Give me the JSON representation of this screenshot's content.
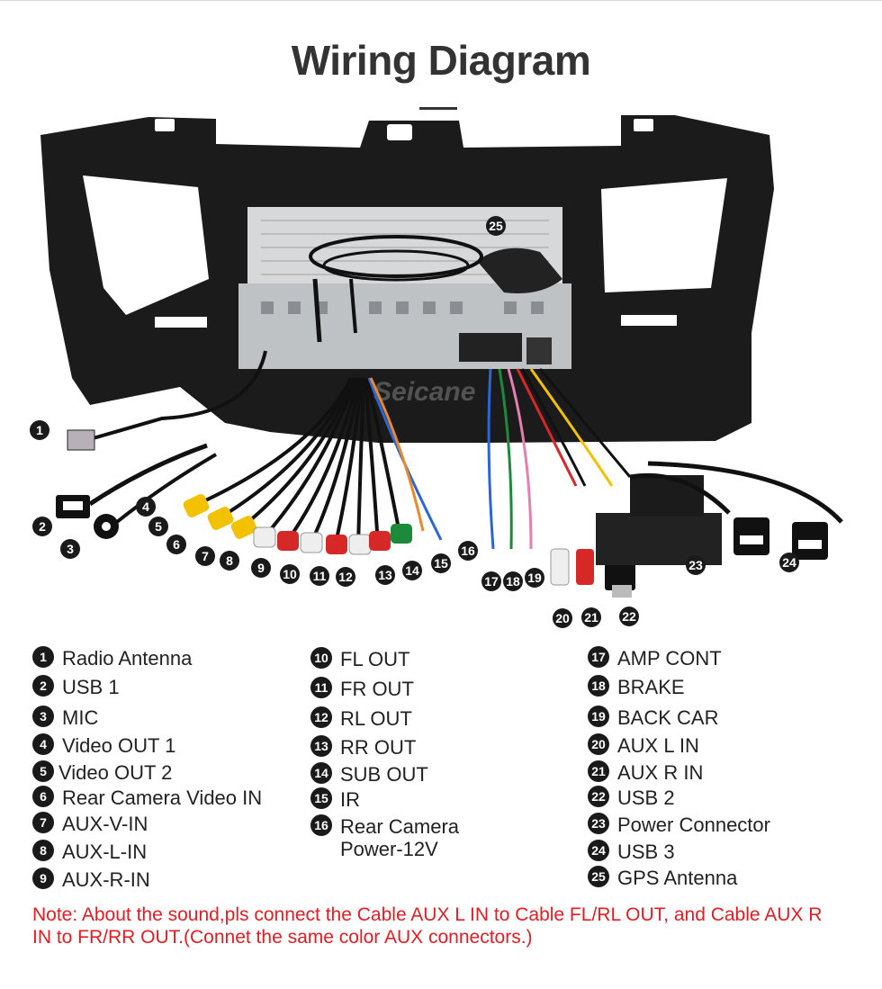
{
  "title": "Wiring Diagram",
  "watermark": "Seicane",
  "legend": {
    "col1": [
      {
        "n": "1",
        "label": "Radio Antenna"
      },
      {
        "n": "2",
        "label": "USB 1"
      },
      {
        "n": "3",
        "label": "MIC"
      },
      {
        "n": "4",
        "label": "Video OUT 1"
      },
      {
        "n": "5",
        "label": "Video OUT 2"
      },
      {
        "n": "6",
        "label": "Rear Camera Video IN"
      },
      {
        "n": "7",
        "label": "AUX-V-IN"
      },
      {
        "n": "8",
        "label": "AUX-L-IN"
      },
      {
        "n": "9",
        "label": "AUX-R-IN"
      }
    ],
    "col2": [
      {
        "n": "10",
        "label": "FL OUT"
      },
      {
        "n": "11",
        "label": "FR OUT"
      },
      {
        "n": "12",
        "label": "RL OUT"
      },
      {
        "n": "13",
        "label": "RR OUT"
      },
      {
        "n": "14",
        "label": "SUB OUT"
      },
      {
        "n": "15",
        "label": "IR"
      },
      {
        "n": "16",
        "label": "Rear Camera",
        "label2": "Power-12V"
      }
    ],
    "col3": [
      {
        "n": "17",
        "label": "AMP CONT"
      },
      {
        "n": "18",
        "label": "BRAKE"
      },
      {
        "n": "19",
        "label": "BACK CAR"
      },
      {
        "n": "20",
        "label": "AUX L IN"
      },
      {
        "n": "21",
        "label": "AUX R IN"
      },
      {
        "n": "22",
        "label": "USB 2"
      },
      {
        "n": "23",
        "label": "Power Connector"
      },
      {
        "n": "24",
        "label": "USB 3"
      },
      {
        "n": "25",
        "label": "GPS Antenna"
      }
    ]
  },
  "note": "Note: About the sound,pls connect the Cable AUX L IN to Cable FL/RL OUT, and Cable AUX R IN to  FR/RR OUT.(Connet the same color AUX connectors.)",
  "colors": {
    "note": "#e51c23",
    "badge": "#1a1a1a",
    "frame": "#1b1b1b"
  }
}
